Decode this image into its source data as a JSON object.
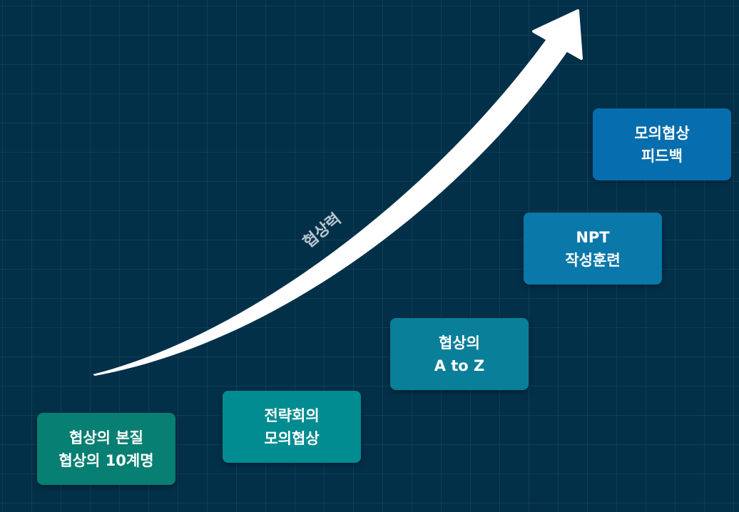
{
  "arrow_label": "협상력",
  "steps": [
    {
      "line1": "협상의 본질",
      "line2": "협상의 10계명",
      "color": "#077f72"
    },
    {
      "line1": "전략회의",
      "line2": "모의협상",
      "color": "#008c91"
    },
    {
      "line1": "협상의",
      "line2": "A to Z",
      "color": "#0a7f99"
    },
    {
      "line1": "NPT",
      "line2": "작성훈련",
      "color": "#0a79a9"
    },
    {
      "line1": "모의협상",
      "line2": "피드백",
      "color": "#066eae"
    }
  ]
}
